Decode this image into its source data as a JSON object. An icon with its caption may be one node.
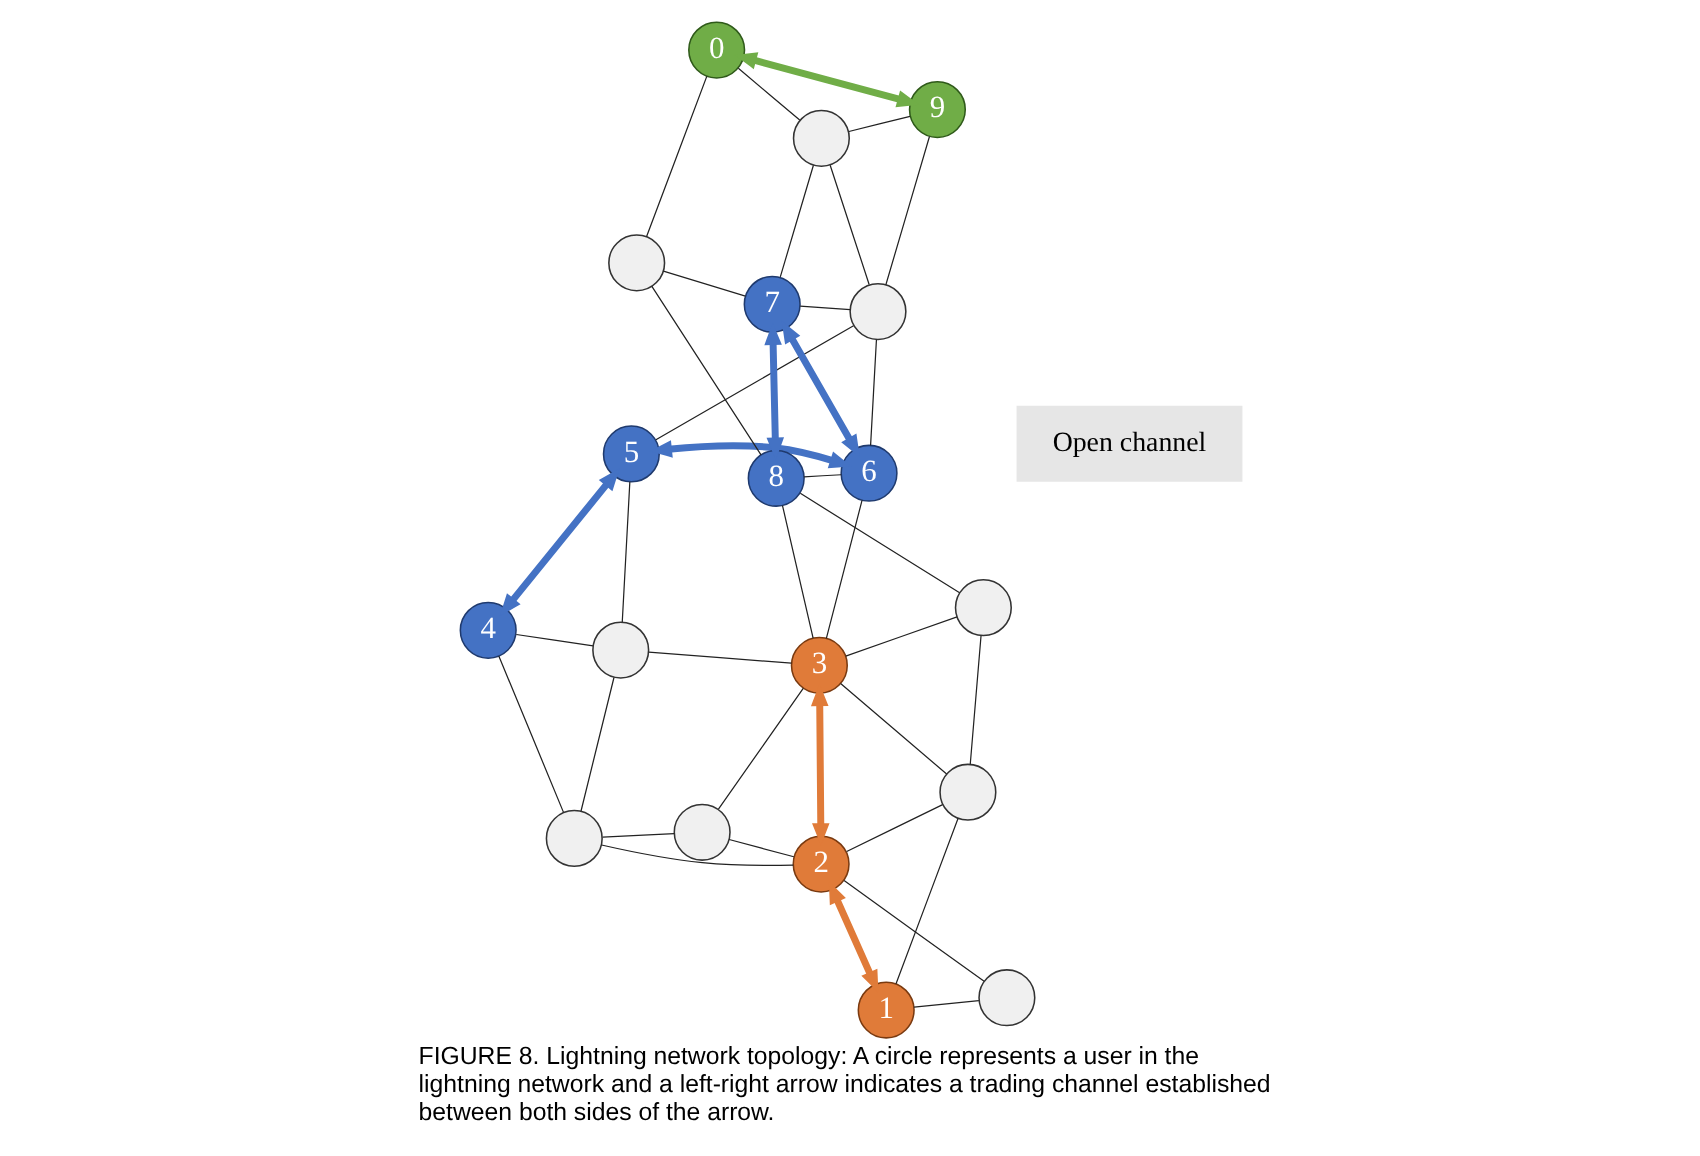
{
  "diagram": {
    "caption": "FIGURE 8. Lightning network topology: A circle represents a user in the lightning network and a left-right arrow indicates a trading channel established between both sides of the arrow.",
    "nodes": [
      {
        "text": [
          "4"
        ]
      },
      {
        "text": [],
        "shape": "circle"
      },
      {
        "text": [
          "5"
        ]
      },
      {
        "text": [],
        "shape": "circle"
      },
      {
        "text": [],
        "shape": "circle"
      },
      {
        "text": [],
        "shape": "circle"
      },
      {
        "text": [],
        "shape": "circle"
      },
      {
        "text": [
          "6"
        ]
      },
      {
        "text": [
          "2"
        ]
      },
      {
        "text": [
          "3"
        ]
      },
      {
        "text": [
          "7"
        ]
      },
      {
        "text": [],
        "shape": "circle"
      },
      {
        "text": [
          "9"
        ]
      },
      {
        "text": [
          "1"
        ]
      },
      {
        "text": [
          "8"
        ]
      },
      {
        "text": [
          "0"
        ]
      },
      {
        "text": [],
        "shape": "circle"
      },
      {
        "text": [],
        "shape": "circle"
      },
      {
        "text": [],
        "shape": "circle"
      }
    ],
    "edges": [
      {
        "from": 0,
        "to": 1,
        "arrow": "none"
      },
      {
        "from": 0,
        "to": 3,
        "arrow": "none"
      },
      {
        "from": 0,
        "to": 2,
        "arrow": "both",
        "style": "thick",
        "color": "#4472c4"
      },
      {
        "from": 1,
        "to": 3,
        "arrow": "none"
      },
      {
        "from": 1,
        "to": 6,
        "arrow": "none"
      },
      {
        "from": 1,
        "to": 8,
        "arrow": "none"
      },
      {
        "from": 2,
        "to": 3,
        "arrow": "none"
      },
      {
        "from": 2,
        "to": 4,
        "arrow": "none"
      },
      {
        "from": 2,
        "to": 7,
        "arrow": "both",
        "style": "thick",
        "color": "#4472c4"
      },
      {
        "from": 3,
        "to": 9,
        "arrow": "none"
      },
      {
        "from": 4,
        "to": 7,
        "arrow": "none"
      },
      {
        "from": 4,
        "to": 10,
        "arrow": "none"
      },
      {
        "from": 4,
        "to": 11,
        "arrow": "none"
      },
      {
        "from": 4,
        "to": 12,
        "arrow": "none"
      },
      {
        "from": 5,
        "to": 8,
        "arrow": "none"
      },
      {
        "from": 5,
        "to": 13,
        "arrow": "none"
      },
      {
        "from": 6,
        "to": 8,
        "arrow": "none"
      },
      {
        "from": 6,
        "to": 9,
        "arrow": "none"
      },
      {
        "from": 7,
        "to": 9,
        "arrow": "none"
      },
      {
        "from": 7,
        "to": 14,
        "arrow": "none"
      },
      {
        "from": 7,
        "to": 10,
        "arrow": "both",
        "style": "thick",
        "color": "#4472c4"
      },
      {
        "from": 13,
        "to": 8,
        "arrow": "both",
        "style": "thick",
        "color": "#e07b39"
      },
      {
        "from": 8,
        "to": 9,
        "arrow": "both",
        "style": "thick",
        "color": "#e07b39"
      },
      {
        "from": 8,
        "to": 16,
        "arrow": "none"
      },
      {
        "from": 13,
        "to": 16,
        "arrow": "none"
      },
      {
        "from": 16,
        "to": 9,
        "arrow": "none"
      },
      {
        "from": 16,
        "to": 17,
        "arrow": "none"
      },
      {
        "from": 9,
        "to": 17,
        "arrow": "none"
      },
      {
        "from": 9,
        "to": 14,
        "arrow": "none"
      },
      {
        "from": 17,
        "to": 14,
        "arrow": "none"
      },
      {
        "from": 14,
        "to": 10,
        "arrow": "both",
        "style": "thick",
        "color": "#4472c4"
      },
      {
        "from": 10,
        "to": 11,
        "arrow": "none"
      },
      {
        "from": 10,
        "to": 18,
        "arrow": "none"
      },
      {
        "from": 11,
        "to": 12,
        "arrow": "none"
      },
      {
        "from": 11,
        "to": 15,
        "arrow": "none"
      },
      {
        "from": 14,
        "to": 18,
        "arrow": "none"
      },
      {
        "from": 18,
        "to": 15,
        "arrow": "none"
      },
      {
        "from": 15,
        "to": 12,
        "arrow": "both",
        "style": "thick",
        "color": "#70ad47"
      }
    ],
    "legend": [
      {
        "text": "Open channel"
      }
    ]
  }
}
